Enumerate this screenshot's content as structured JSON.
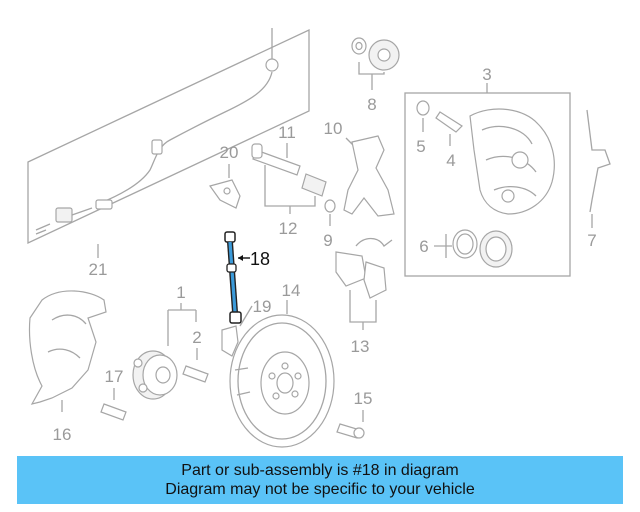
{
  "callouts": {
    "n1": "1",
    "n2": "2",
    "n3": "3",
    "n4": "4",
    "n5": "5",
    "n6": "6",
    "n7": "7",
    "n8": "8",
    "n9": "9",
    "n10": "10",
    "n11": "11",
    "n12": "12",
    "n13": "13",
    "n14": "14",
    "n15": "15",
    "n16": "16",
    "n17": "17",
    "n18": "18",
    "n19": "19",
    "n20": "20",
    "n21": "21"
  },
  "highlight": {
    "part": "18",
    "color": "#3b9ad9"
  },
  "banner": {
    "line1": "Part or sub-assembly is #18 in diagram",
    "line2": "Diagram may not be specific to your vehicle",
    "background": "#5ac3f7"
  }
}
